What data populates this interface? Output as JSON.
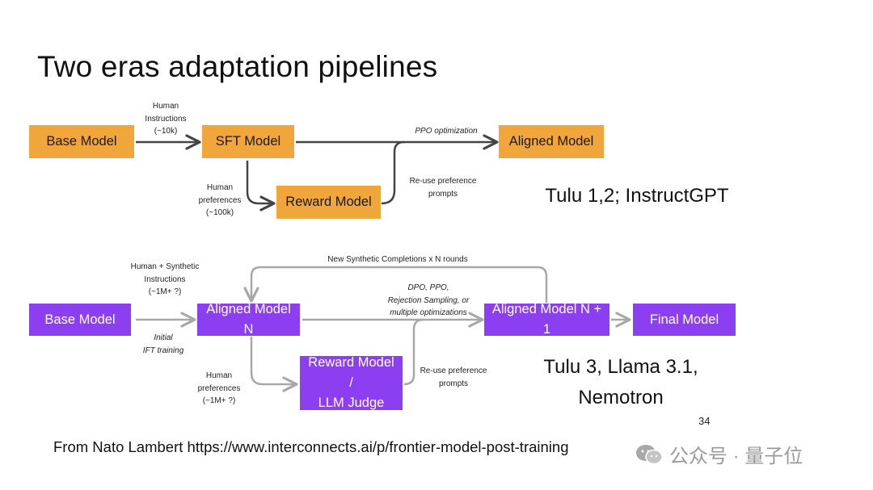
{
  "title": "Two eras adaptation pipelines",
  "colors": {
    "orange": "#f0a63a",
    "purple": "#8b3ff0",
    "arrow": "#b0b0b0"
  },
  "top_pipeline": {
    "base_model": "Base Model",
    "sft_model": "SFT Model",
    "aligned_model": "Aligned Model",
    "reward_model": "Reward Model",
    "label_human_instructions": "Human\nInstructions\n(~10k)",
    "label_ppo": "PPO optimization",
    "label_human_preferences": "Human\npreferences\n(~100k)",
    "label_reuse": "Re-use preference\nprompts",
    "caption": "Tulu 1,2; InstructGPT"
  },
  "bottom_pipeline": {
    "base_model": "Base Model",
    "aligned_model_n": "Aligned Model N",
    "aligned_model_n1": "Aligned Model N + 1",
    "final_model": "Final Model",
    "reward_model": "Reward Model /\nLLM Judge",
    "label_synthetic": "Human + Synthetic\nInstructions\n(~1M+ ?)",
    "label_ift": "Initial\nIFT training",
    "label_new_completions": "New Synthetic Completions x N rounds",
    "label_dpo": "DPO, PPO,\nRejection Sampling, or\nmultiple optimizations",
    "label_human_preferences": "Human\npreferences\n(~1M+ ?)",
    "label_reuse": "Re-use preference\nprompts",
    "caption_line1": "Tulu 3, Llama 3.1,",
    "caption_line2": "Nemotron"
  },
  "page_number": "34",
  "source": "From Nato Lambert https://www.interconnects.ai/p/frontier-model-post-training",
  "watermark": "公众号 · 量子位"
}
